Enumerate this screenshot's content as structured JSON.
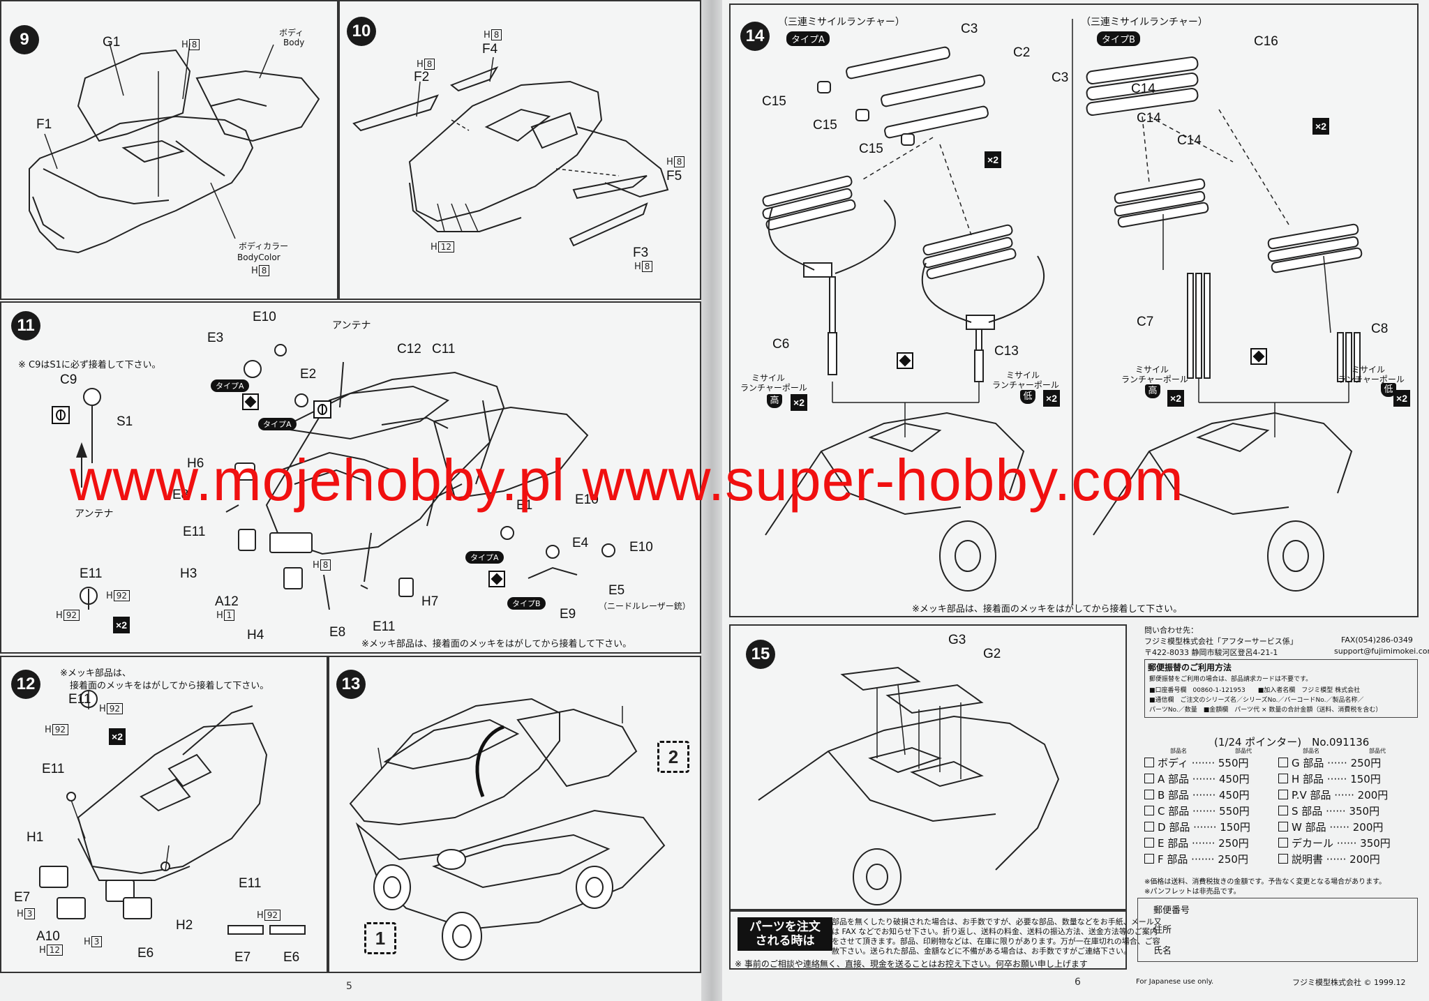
{
  "watermark": "www.mojehobby.pl www.super-hobby.com",
  "page_numbers": {
    "left": "5",
    "right": "6"
  },
  "step9": {
    "num": "9",
    "labels": {
      "g1": "G1",
      "f1": "F1",
      "body_jp": "ボディ",
      "body_en": "Body",
      "bodycolor_jp": "ボディカラー",
      "bodycolor_en": "BodyColor"
    },
    "h8": "8",
    "h": "H"
  },
  "step10": {
    "num": "10",
    "labels": {
      "f4": "F4",
      "f2": "F2",
      "f5": "F5",
      "f3": "F3"
    },
    "h8": "8",
    "h12": "12",
    "h": "H"
  },
  "step11": {
    "num": "11",
    "note": "※ C9はS1に必ず接着して下さい。",
    "labels": {
      "c9": "C9",
      "s1": "S1",
      "antenna": "アンテナ",
      "antenna2": "アンテナ",
      "e10a": "E10",
      "e3": "E3",
      "e2": "E2",
      "c12": "C12",
      "c11": "C11",
      "h6": "H6",
      "e8a": "E8",
      "e11a": "E11",
      "h3": "H3",
      "a12": "A12",
      "h4": "H4",
      "e8b": "E8",
      "e11b": "E11",
      "h7": "H7",
      "e1": "E1",
      "e10b": "E10",
      "e4": "E4",
      "e10c": "E10",
      "e5": "E5",
      "e9": "E9",
      "e11c": "E11",
      "e5_note": "（ニードルレーザー銃）"
    },
    "type_a": "タイプA",
    "type_b": "タイプB",
    "h92": "92",
    "h8": "8",
    "h1": "1",
    "h": "H",
    "x2": "×2",
    "chrome_note": "※メッキ部品は、接着面のメッキをはがしてから接着して下さい。"
  },
  "step12": {
    "num": "12",
    "note1": "※メッキ部品は、",
    "note2": "接着面のメッキをはがしてから接着して下さい。",
    "labels": {
      "e11a": "E11",
      "e11b": "E11",
      "e11c": "E11",
      "h1": "H1",
      "e7": "E7",
      "h2": "H2",
      "a10": "A10",
      "e6": "E6",
      "e7b": "E7",
      "e6b": "E6"
    },
    "h92": "92",
    "h3": "3",
    "h12": "12",
    "h": "H",
    "x2": "×2"
  },
  "step13": {
    "num": "13",
    "box1": "1",
    "box2": "2"
  },
  "step14": {
    "num": "14",
    "title_a": "（三連ミサイルランチャー）",
    "title_b": "（三連ミサイルランチャー）",
    "type_a": "タイプA",
    "type_b": "タイプB",
    "labels": {
      "c3a": "C3",
      "c2": "C2",
      "c3b": "C3",
      "c15a": "C15",
      "c15b": "C15",
      "c15c": "C15",
      "c16": "C16",
      "c14a": "C14",
      "c14b": "C14",
      "c14c": "C14",
      "c6": "C6",
      "c13": "C13",
      "c7": "C7",
      "c8": "C8"
    },
    "pole_jp1": "ミサイル",
    "pole_jp2": "ランチャーポール",
    "hi": "高",
    "lo": "低",
    "x2": "×2",
    "chrome_note": "※メッキ部品は、接着面のメッキをはがしてから接着して下さい。"
  },
  "step15": {
    "num": "15",
    "labels": {
      "g3": "G3",
      "g2": "G2"
    }
  },
  "contact": {
    "line1": "問い合わせ先：",
    "line2": "フジミ模型株式会社「アフターサービス係」",
    "fax": "FAX(054)286-0349",
    "addr": "〒422-8033 静岡市駿河区登呂4-21-1",
    "email": "support@fujimimokei.com",
    "postal_title": "郵便振替のご利用方法",
    "postal_l1": "郵便振替をご利用の場合は、部品請求カードは不要です。",
    "postal_l2": "■口座番号欄　00860-1-121953　　■加入者名欄　フジミ模型 株式会社",
    "postal_l3": "■通信欄　ご注文のシリーズ名／シリーズNo.／バーコードNo.／製品名称／",
    "postal_l4": "パーツNo.／数量　■金額欄　パーツ代 × 数量の合計金額（送料、消費税を含む）",
    "product": "(1/24 ポインター)　No.091136",
    "col_name": "部品名",
    "col_price": "部品代",
    "parts_left": [
      {
        "name": "ボディ",
        "price": "550円"
      },
      {
        "name": "A 部品",
        "price": "450円"
      },
      {
        "name": "B 部品",
        "price": "450円"
      },
      {
        "name": "C 部品",
        "price": "550円"
      },
      {
        "name": "D 部品",
        "price": "150円"
      },
      {
        "name": "E 部品",
        "price": "250円"
      },
      {
        "name": "F 部品",
        "price": "250円"
      }
    ],
    "parts_right": [
      {
        "name": "G 部品",
        "price": "250円"
      },
      {
        "name": "H 部品",
        "price": "150円"
      },
      {
        "name": "P.V 部品",
        "price": "200円"
      },
      {
        "name": "S 部品",
        "price": "350円"
      },
      {
        "name": "W 部品",
        "price": "200円"
      },
      {
        "name": "デカール",
        "price": "350円"
      },
      {
        "name": "説明書",
        "price": "200円"
      }
    ],
    "price_note": "※価格は送料、消費税抜きの金額です。予告なく変更となる場合があります。",
    "pamphlet_note": "※パンフレットは非売品です。",
    "zip_label": "郵便番号",
    "address_label": "住所",
    "name_label": "氏名"
  },
  "order": {
    "title1": "パーツを注文",
    "title2": "される時は",
    "text1": "部品を無くしたり破損された場合は、お手数ですが、必要な部品、数量などをお手紙、メール又",
    "text2": "は FAX などでお知らせ下さい。折り返し、送料の料金、送料の振込方法、送金方法等のご案内",
    "text3": "をさせて頂きます。部品、印刷物などは、在庫に限りがあります。万が一在庫切れの場合、ご容",
    "text4": "赦下さい。送られた部品、金額などに不備がある場合は、お手数ですがご連絡下さい。",
    "warning": "※ 事前のご相談や連絡無く、直接、現金を送ることはお控え下さい。何卒お願い申し上げます"
  },
  "footer": {
    "japan_only": "For Japanese use only.",
    "copyright": "フジミ模型株式会社 © 1999.12"
  }
}
